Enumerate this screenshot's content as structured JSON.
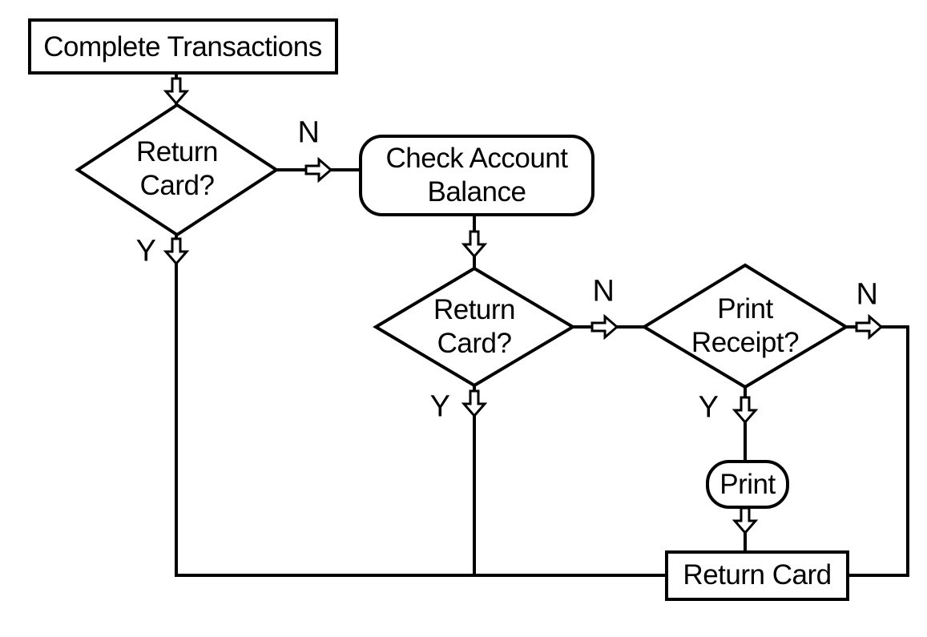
{
  "flowchart": {
    "background_color": "#ffffff",
    "stroke_color": "#000000",
    "nodes": {
      "complete_transactions": {
        "type": "process",
        "label": "Complete Transactions"
      },
      "return_card_1": {
        "type": "decision",
        "label": "Return\nCard?"
      },
      "check_account_balance": {
        "type": "rounded-process",
        "label": "Check Account\nBalance"
      },
      "return_card_2": {
        "type": "decision",
        "label": "Return\nCard?"
      },
      "print_receipt": {
        "type": "decision",
        "label": "Print\nReceipt?"
      },
      "print": {
        "type": "rounded-process",
        "label": "Print"
      },
      "return_card_final": {
        "type": "process",
        "label": "Return Card"
      }
    },
    "branch_labels": {
      "return_card_1_no": "N",
      "return_card_1_yes": "Y",
      "return_card_2_no": "N",
      "return_card_2_yes": "Y",
      "print_receipt_no": "N",
      "print_receipt_yes": "Y"
    }
  }
}
